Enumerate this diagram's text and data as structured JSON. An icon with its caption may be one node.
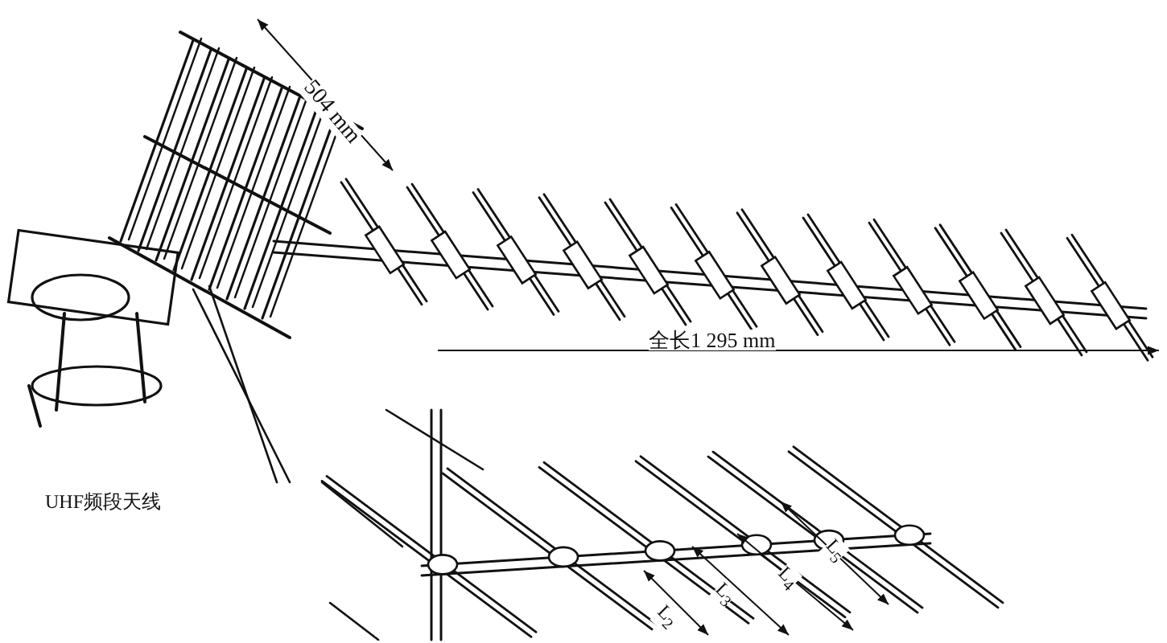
{
  "diagram": {
    "labels": [
      "504 mm",
      "全长1 295 mm",
      "UHF频段天线",
      "L$_{5}$",
      "L$_{4}$",
      "L$_{3}$",
      "L$_{2}$"
    ]
  }
}
